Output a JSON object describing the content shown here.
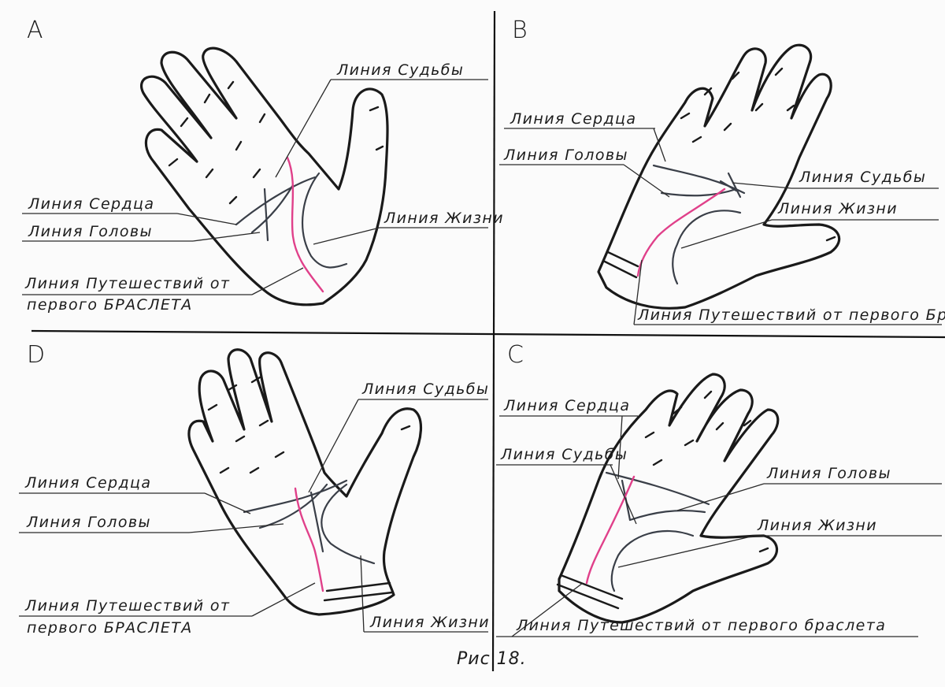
{
  "panels": {
    "a": {
      "letter": "A",
      "fate": "Линия Судьбы",
      "heart": "Линия Сердца",
      "head": "Линия Головы",
      "life": "Линия Жизни",
      "travel_1": "Линия Путешествий от",
      "travel_2": "первого БРАСЛЕТА"
    },
    "b": {
      "letter": "B",
      "heart": "Линия Сердца",
      "head": "Линия Головы",
      "fate": "Линия Судьбы",
      "life": "Линия Жизни",
      "travel": "Линия Путешествий от первого Брасле"
    },
    "d": {
      "letter": "D",
      "fate": "Линия Судьбы",
      "heart": "Линия Сердца",
      "head": "Линия Головы",
      "travel_1": "Линия Путешествий от",
      "travel_2": "первого БРАСЛЕТА",
      "life": "Линия Жизни"
    },
    "c": {
      "letter": "C",
      "heart": "Линия Сердца",
      "fate": "Линия Судьбы",
      "head": "Линия Головы",
      "life": "Линия Жизни",
      "travel": "Линия Путешествий от первого браслета"
    }
  },
  "caption": "Рис 18.",
  "colors": {
    "ink": "#1a1a1a",
    "palm_line": "#3a3f48",
    "travel_line": "#e0408a",
    "paper": "#fbfbfb"
  }
}
